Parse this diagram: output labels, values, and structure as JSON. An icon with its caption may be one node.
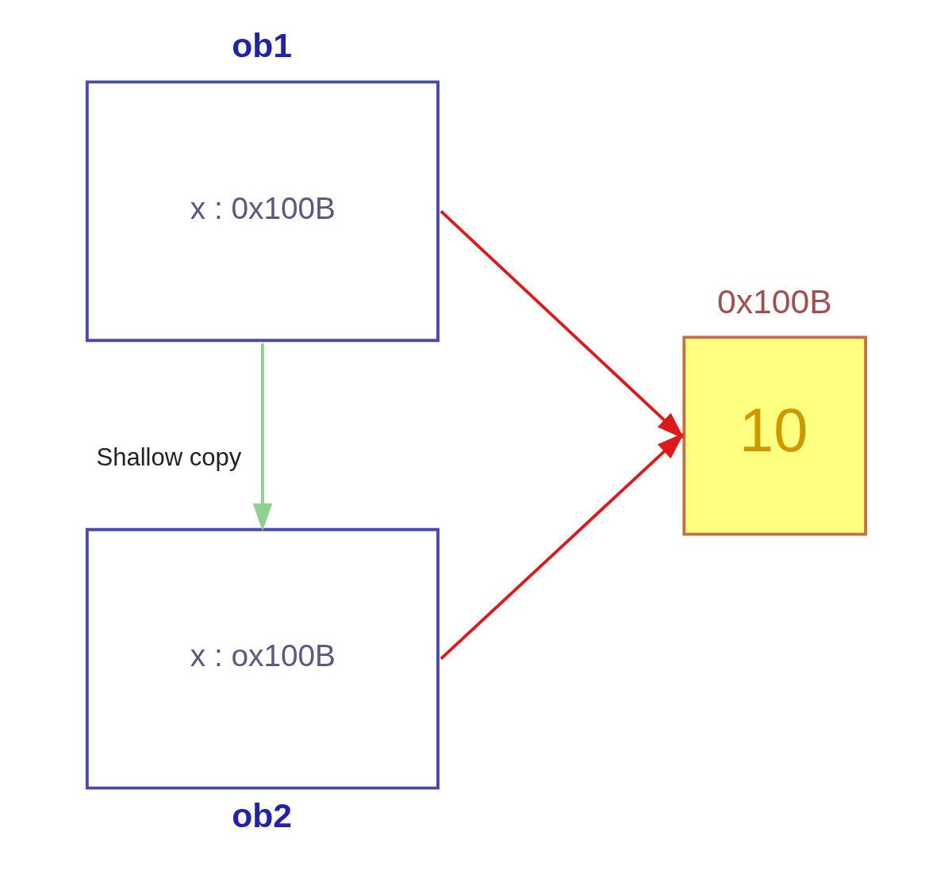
{
  "diagram": {
    "nodes": [
      {
        "text": [
          "ob1",
          "x : 0x100B"
        ]
      },
      {
        "text": [
          "x : ox100B",
          "ob2"
        ]
      },
      {
        "text": [
          "0x100B",
          "10"
        ]
      }
    ],
    "edges": [
      {
        "from": 0,
        "to": 2,
        "arrow": "to"
      },
      {
        "from": 1,
        "to": 2,
        "arrow": "to"
      },
      {
        "from": 0,
        "to": 1,
        "arrow": "to",
        "label": "Shallow copy",
        "color": "#8fd18f"
      }
    ]
  }
}
